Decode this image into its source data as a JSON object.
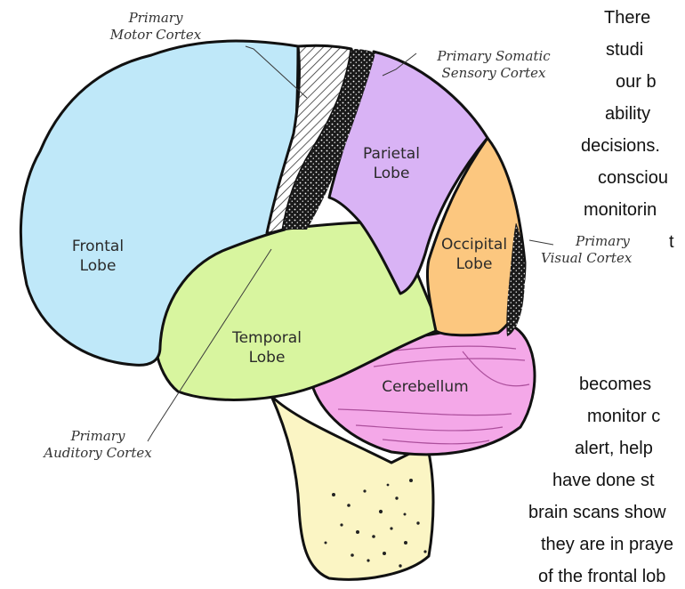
{
  "diagram": {
    "lobes": [
      {
        "key": "frontal",
        "lines": [
          "Frontal",
          "Lobe"
        ],
        "color": "#bfe8f9"
      },
      {
        "key": "parietal",
        "lines": [
          "Parietal",
          "Lobe"
        ],
        "color": "#d9b3f5"
      },
      {
        "key": "occipital",
        "lines": [
          "Occipital",
          "Lobe"
        ],
        "color": "#fcc77f"
      },
      {
        "key": "temporal",
        "lines": [
          "Temporal",
          "Lobe"
        ],
        "color": "#d8f59f"
      },
      {
        "key": "cerebellum",
        "lines": [
          "Cerebellum"
        ],
        "color": "#f4a8e8"
      },
      {
        "key": "brainstem",
        "lines": [],
        "color": "#fbf5c4"
      }
    ],
    "callouts": {
      "motor": [
        "Primary",
        "Motor Cortex"
      ],
      "somatic": [
        "Primary Somatic",
        "Sensory Cortex"
      ],
      "visual": [
        "Primary",
        "Visual Cortex"
      ],
      "auditory": [
        "Primary",
        "Auditory Cortex"
      ]
    }
  },
  "text_lines": {
    "top": [
      "There",
      "studi",
      "our b",
      "ability",
      "decisions.",
      "consciou",
      "monitorin",
      "t"
    ],
    "bottom": [
      "becomes",
      "monitor c",
      "alert, help",
      "have done st",
      "brain scans show",
      "they are in praye",
      "of the frontal lob"
    ]
  }
}
